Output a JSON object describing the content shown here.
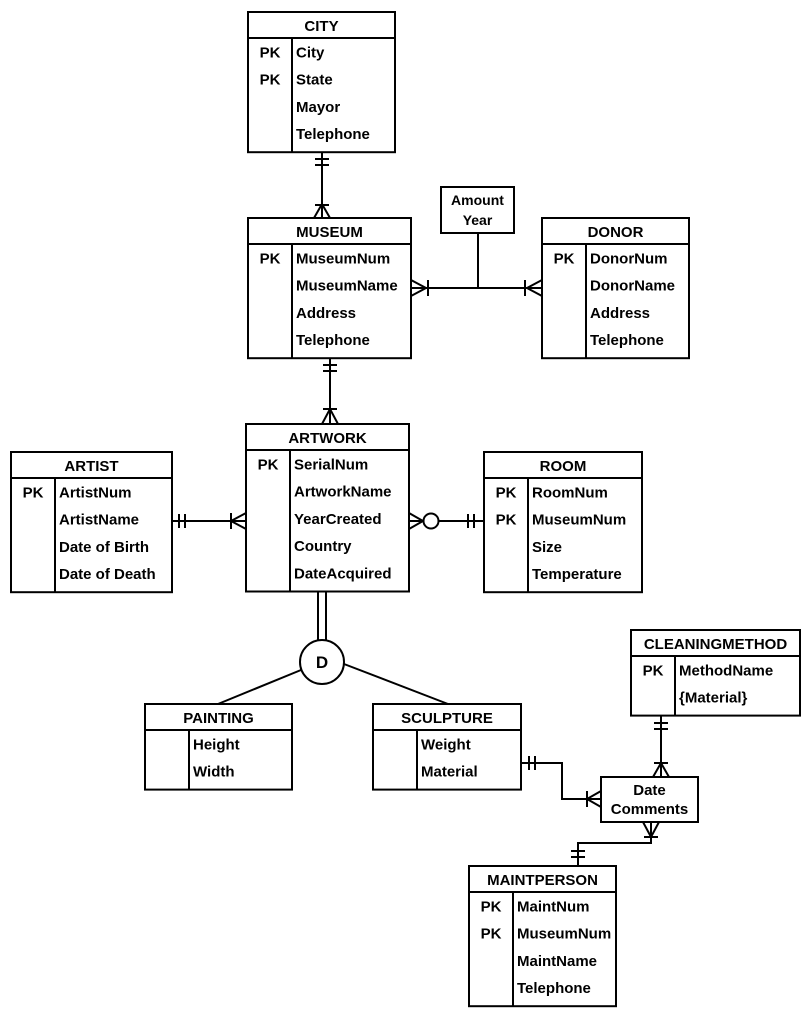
{
  "entities": {
    "city": {
      "title": "CITY",
      "keys": [
        "PK",
        "PK",
        "",
        ""
      ],
      "attrs": [
        "City",
        "State",
        "Mayor",
        "Telephone"
      ]
    },
    "museum": {
      "title": "MUSEUM",
      "keys": [
        "PK",
        "",
        "",
        ""
      ],
      "attrs": [
        "MuseumNum",
        "MuseumName",
        "Address",
        "Telephone"
      ]
    },
    "donor": {
      "title": "DONOR",
      "keys": [
        "PK",
        "",
        "",
        ""
      ],
      "attrs": [
        "DonorNum",
        "DonorName",
        "Address",
        "Telephone"
      ]
    },
    "artwork": {
      "title": "ARTWORK",
      "keys": [
        "PK",
        "",
        "",
        "",
        ""
      ],
      "attrs": [
        "SerialNum",
        "ArtworkName",
        "YearCreated",
        "Country",
        "DateAcquired"
      ]
    },
    "artist": {
      "title": "ARTIST",
      "keys": [
        "PK",
        "",
        "",
        ""
      ],
      "attrs": [
        "ArtistNum",
        "ArtistName",
        "Date of Birth",
        "Date of Death"
      ]
    },
    "room": {
      "title": "ROOM",
      "keys": [
        "PK",
        "PK",
        "",
        ""
      ],
      "attrs": [
        "RoomNum",
        "MuseumNum",
        "Size",
        "Temperature"
      ]
    },
    "painting": {
      "title": "PAINTING",
      "keys": [
        "",
        ""
      ],
      "attrs": [
        "Height",
        "Width"
      ]
    },
    "sculpture": {
      "title": "SCULPTURE",
      "keys": [
        "",
        ""
      ],
      "attrs": [
        "Weight",
        "Material"
      ]
    },
    "cleaningmethod": {
      "title": "CLEANINGMETHOD",
      "keys": [
        "PK",
        ""
      ],
      "attrs": [
        "MethodName",
        "{Material}"
      ]
    },
    "maintperson": {
      "title": "MAINTPERSON",
      "keys": [
        "PK",
        "PK",
        "",
        ""
      ],
      "attrs": [
        "MaintNum",
        "MuseumNum",
        "MaintName",
        "Telephone"
      ]
    }
  },
  "relationship_attributes": {
    "donation": [
      "Amount",
      "Year"
    ],
    "cleaning": [
      "Date",
      "Comments"
    ]
  },
  "disjoint_symbol": "D"
}
